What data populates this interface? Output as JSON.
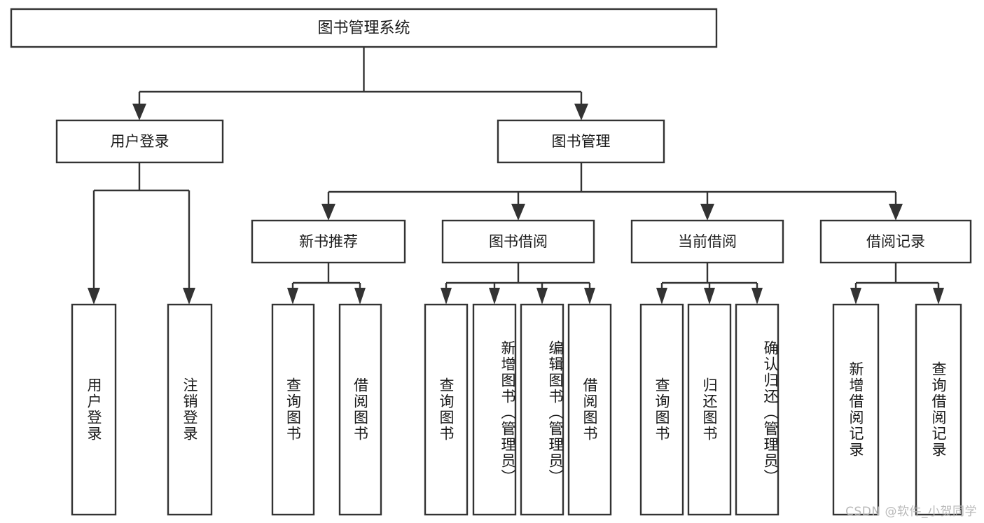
{
  "diagram": {
    "type": "tree-hierarchy",
    "title": "图书管理系统",
    "watermark": "CSDN @软件_小贺同学",
    "colors": {
      "stroke": "#333333",
      "box_fill": "#ffffff",
      "text": "#1a1a1a",
      "watermark": "#b9b9b9",
      "background": "#ffffff"
    },
    "root": {
      "label": "图书管理系统"
    },
    "level2": [
      {
        "label": "用户登录"
      },
      {
        "label": "图书管理"
      }
    ],
    "level3": [
      {
        "label": "新书推荐"
      },
      {
        "label": "图书借阅"
      },
      {
        "label": "当前借阅"
      },
      {
        "label": "借阅记录"
      }
    ],
    "leaves": {
      "user_login": [
        {
          "label": "用户登录"
        },
        {
          "label": "注销登录"
        }
      ],
      "new_book_recommend": [
        {
          "label": "查询图书"
        },
        {
          "label": "借阅图书"
        }
      ],
      "book_borrow": [
        {
          "label": "查询图书"
        },
        {
          "label": "新增图书（管理员）"
        },
        {
          "label": "编辑图书（管理员）"
        },
        {
          "label": "借阅图书"
        }
      ],
      "current_borrow": [
        {
          "label": "查询图书"
        },
        {
          "label": "归还图书"
        },
        {
          "label": "确认归还（管理员）"
        }
      ],
      "borrow_record": [
        {
          "label": "新增借阅记录"
        },
        {
          "label": "查询借阅记录"
        }
      ]
    }
  }
}
